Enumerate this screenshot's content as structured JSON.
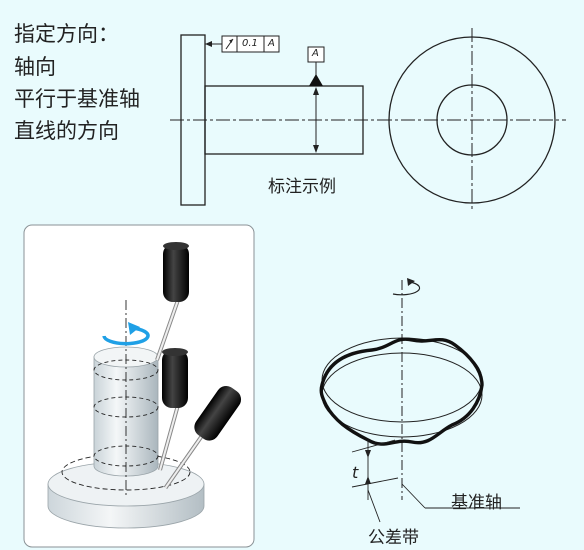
{
  "description_lines": [
    "指定方向：",
    "轴向",
    "平行于基准轴",
    "直线的方向"
  ],
  "drawing": {
    "fcf_tolerance": "0.1",
    "fcf_datum": "A",
    "datum_letter": "A",
    "caption": "标注示例"
  },
  "tolerance_zone": {
    "t_label": "t",
    "datum_axis_label": "基准轴",
    "zone_label": "公差带"
  },
  "colors": {
    "background": "#e9fbfd",
    "rotation_arrow": "#1fa0e6",
    "probe": "#111111"
  }
}
